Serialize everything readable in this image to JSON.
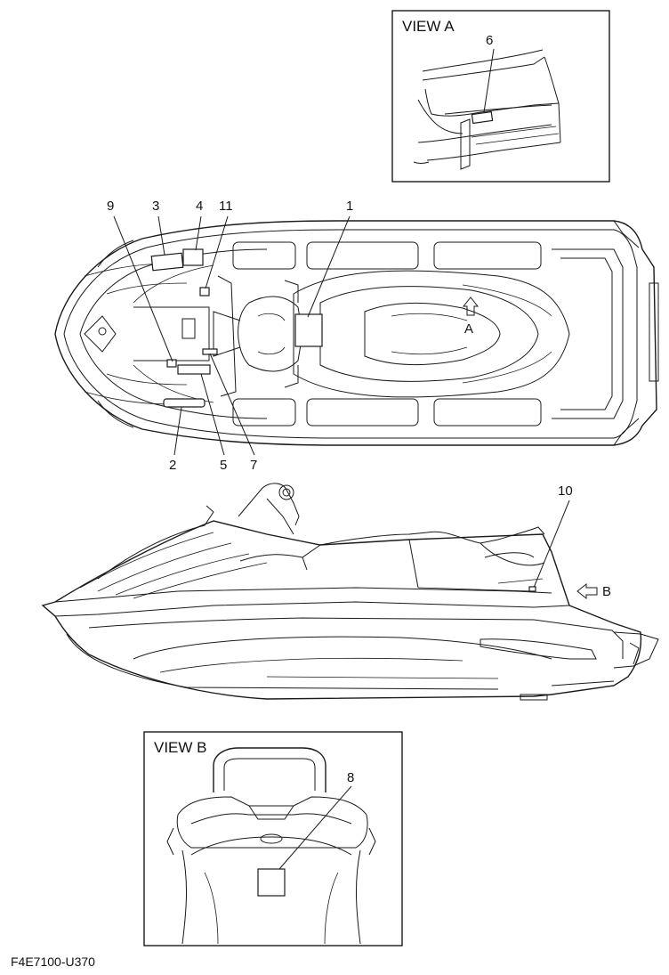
{
  "figure_code": "F4E7100-U370",
  "views": {
    "view_a": {
      "title": "VIEW A",
      "callouts": [
        "6"
      ]
    },
    "view_b": {
      "title": "VIEW B",
      "callouts": [
        "8"
      ]
    }
  },
  "top_view": {
    "callouts": [
      "9",
      "3",
      "4",
      "11",
      "1",
      "2",
      "5",
      "7"
    ],
    "arrow_label": "A"
  },
  "side_view": {
    "callouts": [
      "10"
    ],
    "arrow_label": "B"
  },
  "icons": [
    "view-arrow-icon"
  ],
  "colors": {
    "line": "#1a1a1a",
    "background": "#ffffff"
  }
}
